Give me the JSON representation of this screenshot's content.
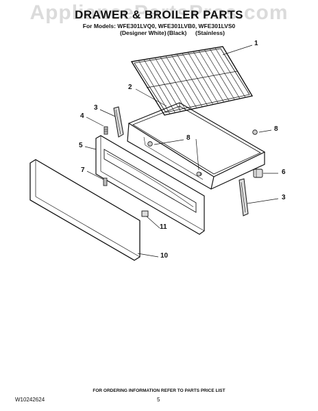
{
  "watermark": "AppliancePartsPros.com",
  "header": {
    "title": "DRAWER & BROILER PARTS",
    "subtitle": "For Models: WFE301LVQ0, WFE301LVB0, WFE301LVS0",
    "variants": [
      "(Designer White)",
      "(Black)",
      "(Stainless)"
    ]
  },
  "callouts": [
    "1",
    "2",
    "3",
    "4",
    "5",
    "8",
    "6",
    "3",
    "7",
    "8",
    "11",
    "10"
  ],
  "footer": {
    "note": "FOR ORDERING INFORMATION REFER TO PARTS PRICE LIST",
    "doc_id": "W10242624",
    "page": "5"
  }
}
